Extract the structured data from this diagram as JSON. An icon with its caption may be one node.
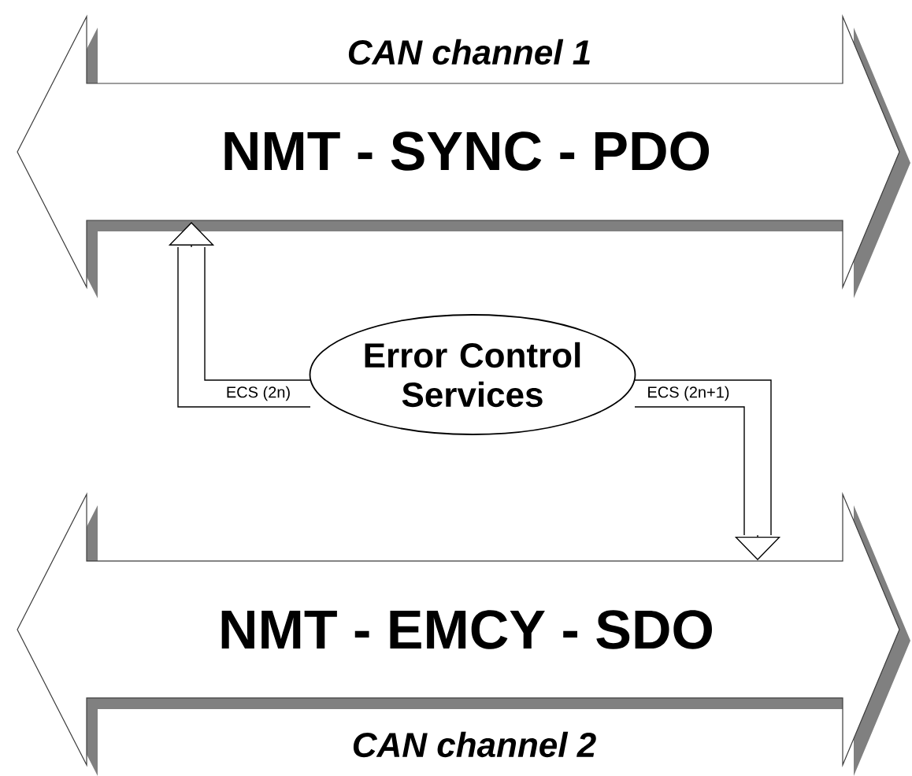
{
  "diagram": {
    "nodes": [
      {
        "text": [
          "CAN channel 1",
          "NMT - SYNC - PDO"
        ]
      },
      {
        "text": [
          "Error Control Services"
        ]
      },
      {
        "text": [
          "NMT - EMCY - SDO",
          "CAN channel 2"
        ]
      }
    ],
    "edges": [
      {
        "from": 1,
        "to": 0,
        "arrow": "to",
        "label": "ECS (2n)"
      },
      {
        "from": 1,
        "to": 2,
        "arrow": "to",
        "label": "ECS (2n+1)"
      }
    ]
  }
}
